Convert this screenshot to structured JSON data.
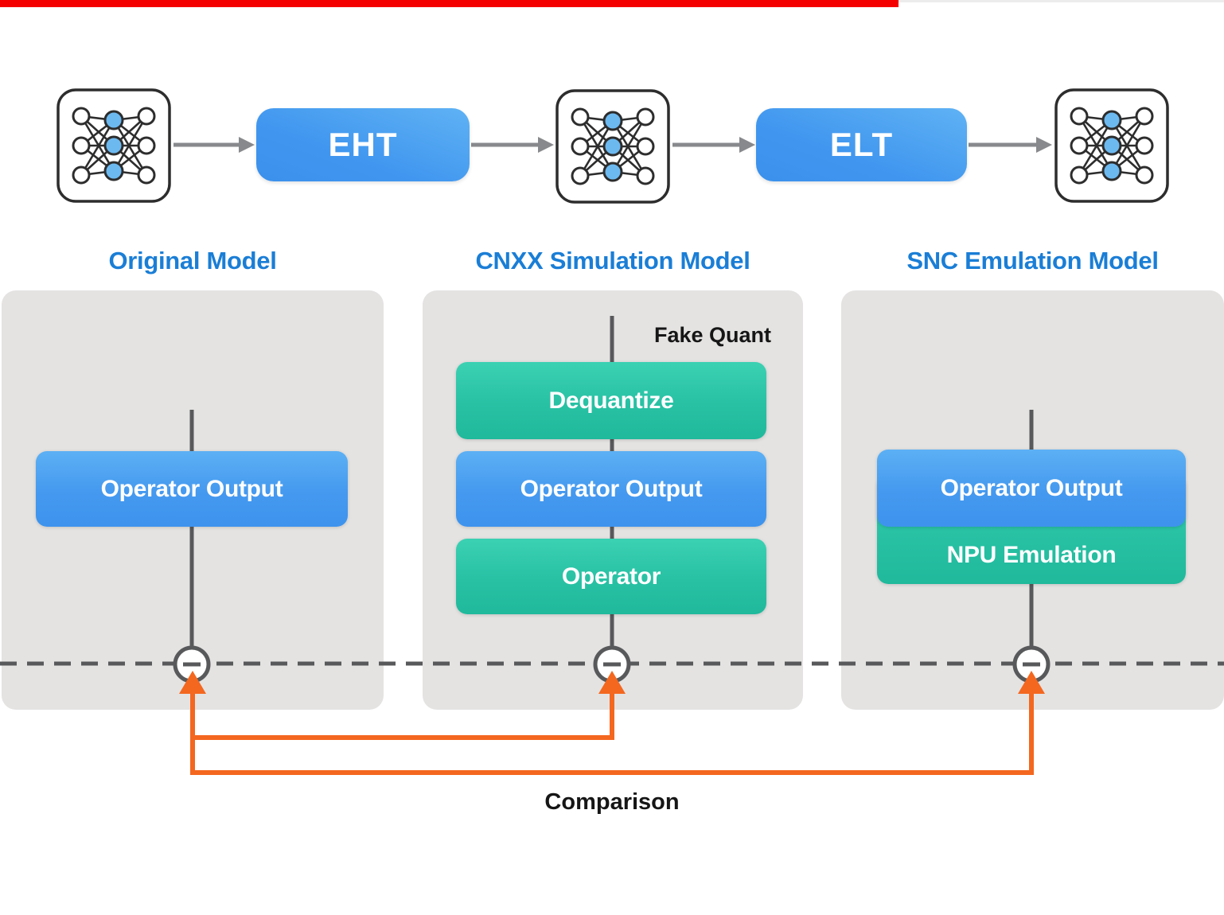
{
  "video_player": {
    "progress_bar": {
      "color": "#f50000",
      "progress_percent": 73
    }
  },
  "pipeline": {
    "eht_box": {
      "label": "EHT"
    },
    "elt_box": {
      "label": "ELT"
    },
    "icons": [
      "neural-network-icon",
      "neural-network-icon",
      "neural-network-icon"
    ]
  },
  "columns": [
    {
      "title": "Original Model",
      "boxes": [
        {
          "label": "Operator Output",
          "style": "blue"
        }
      ]
    },
    {
      "title": "CNXX Simulation Model",
      "annotation": "Fake Quant",
      "boxes": [
        {
          "label": "Dequantize",
          "style": "teal"
        },
        {
          "label": "Operator Output",
          "style": "blue"
        },
        {
          "label": "Operator",
          "style": "teal"
        }
      ]
    },
    {
      "title": "SNC Emulation Model",
      "boxes": [
        {
          "label": "Operator Output",
          "style": "blue"
        },
        {
          "label": "NPU Emulation",
          "style": "teal"
        }
      ]
    }
  ],
  "comparison": {
    "label": "Comparison"
  },
  "colors": {
    "title_blue": "#1a7ed6",
    "box_blue_top": "#5cb0f4",
    "box_blue_bottom": "#3d93ed",
    "box_teal_top": "#3bd1b3",
    "box_teal_bottom": "#20b99c",
    "panel_gray": "#e4e3e2",
    "line_gray": "#58595b",
    "orange": "#f4671f",
    "progress_red": "#f50000"
  }
}
